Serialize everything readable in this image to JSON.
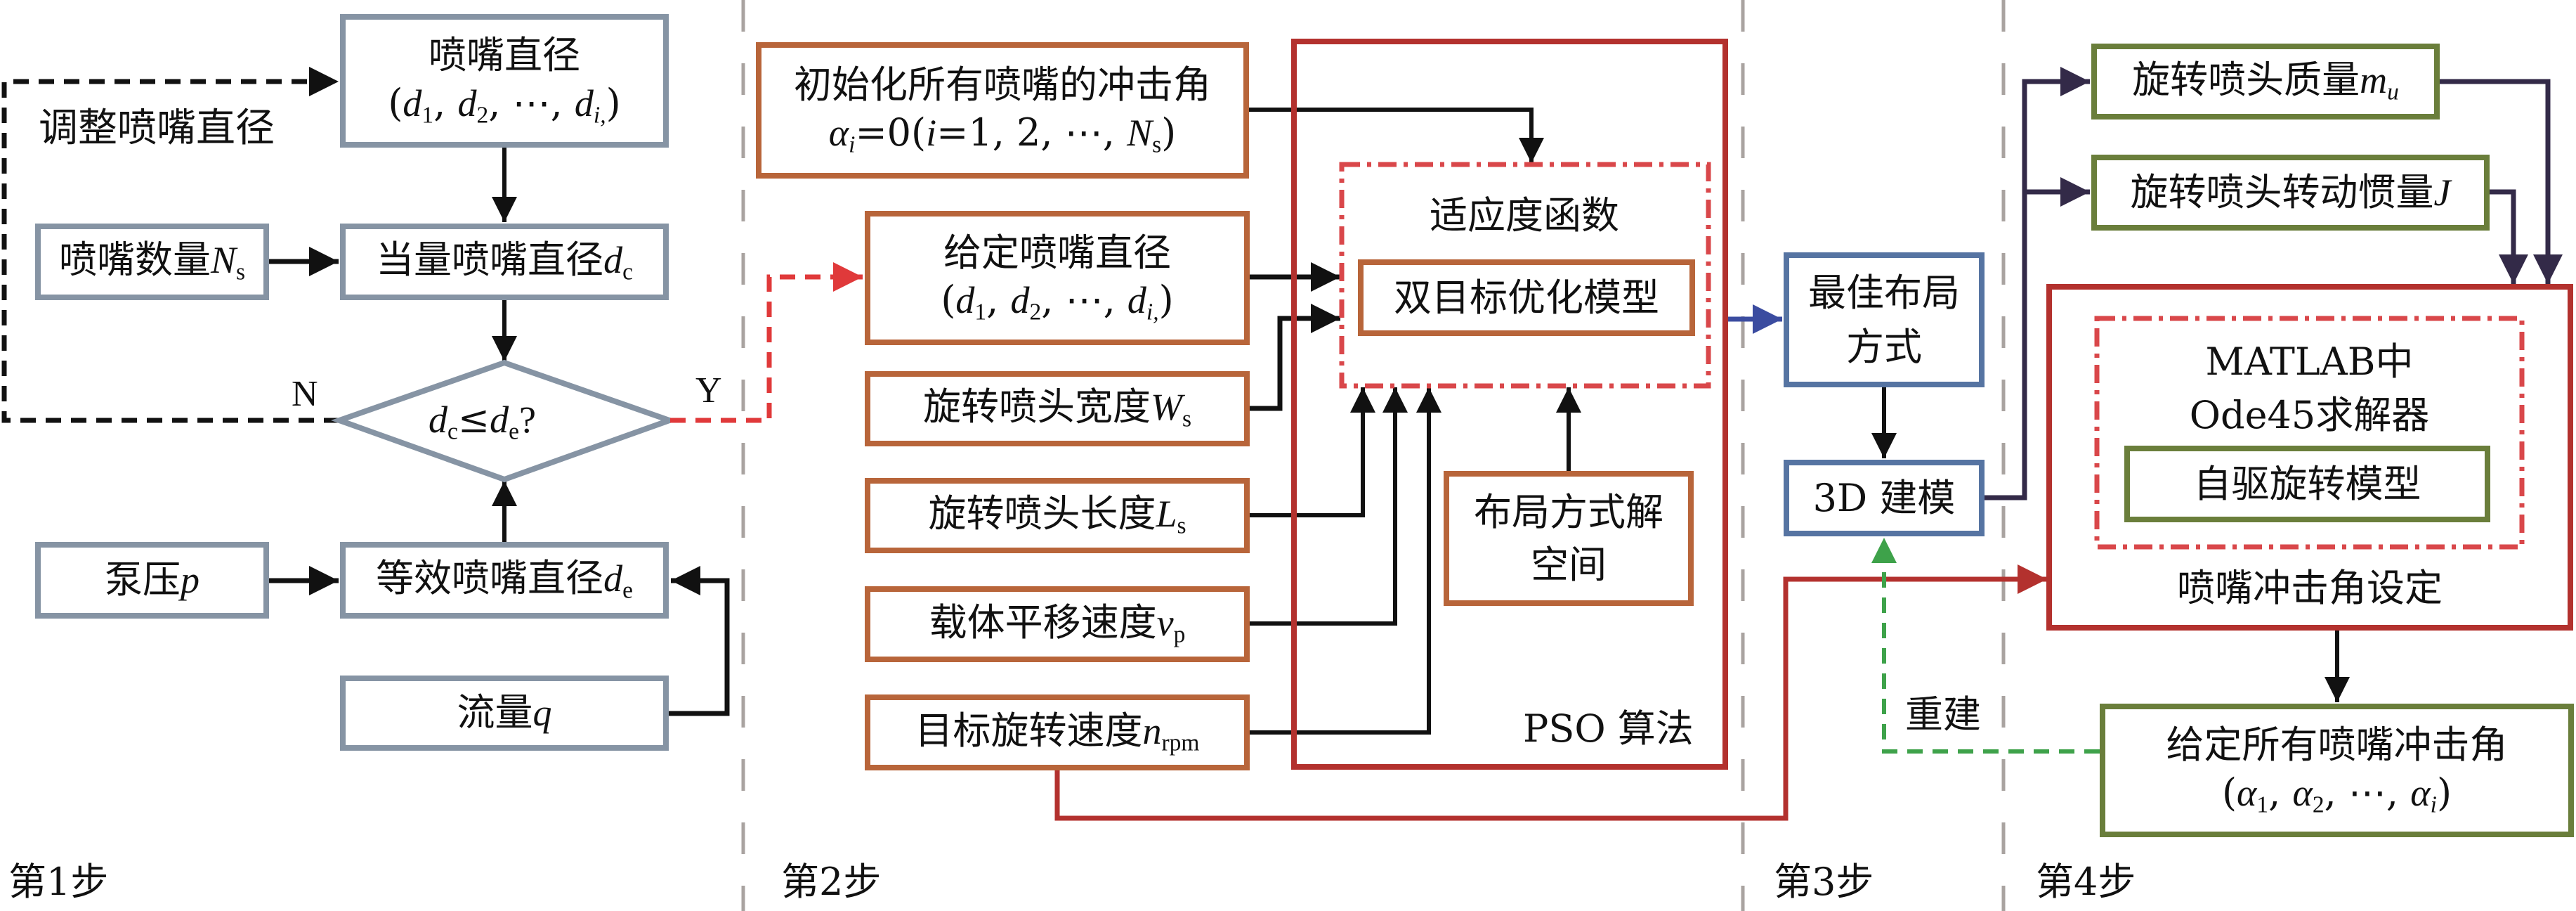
{
  "step1": {
    "label": "第1步",
    "nozzle_diameter": {
      "title": "喷嘴直径",
      "formula_prefix": "(",
      "d": "d",
      "subs": [
        "1",
        "2",
        "i,"
      ],
      "dots": "⋯",
      "formula_suffix": ")"
    },
    "adjust_label": "调整喷嘴直径",
    "nozzle_count": {
      "label": "喷嘴数量",
      "var": "N",
      "sub": "s"
    },
    "equiv_diameter_c": {
      "label": "当量喷嘴直径",
      "var": "d",
      "sub": "c"
    },
    "decision": {
      "lhs_var": "d",
      "lhs_sub": "c",
      "op": "≤",
      "rhs_var": "d",
      "rhs_sub": "e",
      "q": "?"
    },
    "no_label": "N",
    "yes_label": "Y",
    "pump_pressure": {
      "label": "泵压",
      "var": "p"
    },
    "equiv_diameter_e": {
      "label": "等效喷嘴直径",
      "var": "d",
      "sub": "e"
    },
    "flow": {
      "label": "流量",
      "var": "q"
    }
  },
  "step2": {
    "label": "第2步",
    "init_angles": {
      "title": "初始化所有喷嘴的冲击角",
      "formula": {
        "alpha": "α",
        "alpha_sub": "i",
        "eq": "=0(",
        "i": "i",
        "rest": "=1, 2, ⋯, ",
        "N": "N",
        "N_sub": "s",
        "close": ")"
      }
    },
    "given_diameter": {
      "title": "给定喷嘴直径",
      "d": "d",
      "subs": [
        "1",
        "2",
        "i,"
      ],
      "dots": "⋯"
    },
    "width": {
      "label": "旋转喷头宽度",
      "var": "W",
      "sub": "s"
    },
    "length": {
      "label": "旋转喷头长度",
      "var": "L",
      "sub": "s"
    },
    "velocity": {
      "label": "载体平移速度",
      "var": "v",
      "sub": "p"
    },
    "target_speed": {
      "label": "目标旋转速度",
      "var": "n",
      "sub": "rpm"
    },
    "fitness_function": "适应度函数",
    "bi_objective": "双目标优化模型",
    "layout_space": {
      "line1": "布局方式解",
      "line2": "空间"
    },
    "pso_label": "PSO 算法"
  },
  "step3": {
    "label": "第3步",
    "best_layout": {
      "line1": "最佳布局",
      "line2": "方式"
    },
    "modeling_3d": "3D 建模",
    "rebuild_label": "重建"
  },
  "step4": {
    "label": "第4步",
    "mass": {
      "label": "旋转喷头质量",
      "var": "m",
      "sub": "u"
    },
    "inertia": {
      "label": "旋转喷头转动惯量",
      "var": "J"
    },
    "matlab": {
      "line1": "MATLAB中",
      "line2": "Ode45求解器"
    },
    "self_driven_model": "自驱旋转模型",
    "angle_setting": "喷嘴冲击角设定",
    "given_angles": {
      "title": "给定所有喷嘴冲击角",
      "alpha": "α",
      "subs": [
        "1",
        "2",
        "i"
      ],
      "dots": "⋯"
    }
  },
  "colors": {
    "gray_box": "#8694A4",
    "orange_box": "#B8653A",
    "red_box": "#B3312E",
    "blue_box": "#5674A2",
    "green_box": "#6A7E3B",
    "red_dashed": "#E0393A",
    "green_dashed": "#3EA24A",
    "navy_line": "#332A48",
    "blue_arrow": "#3B4CA0",
    "divider": "#A9A3A0"
  }
}
